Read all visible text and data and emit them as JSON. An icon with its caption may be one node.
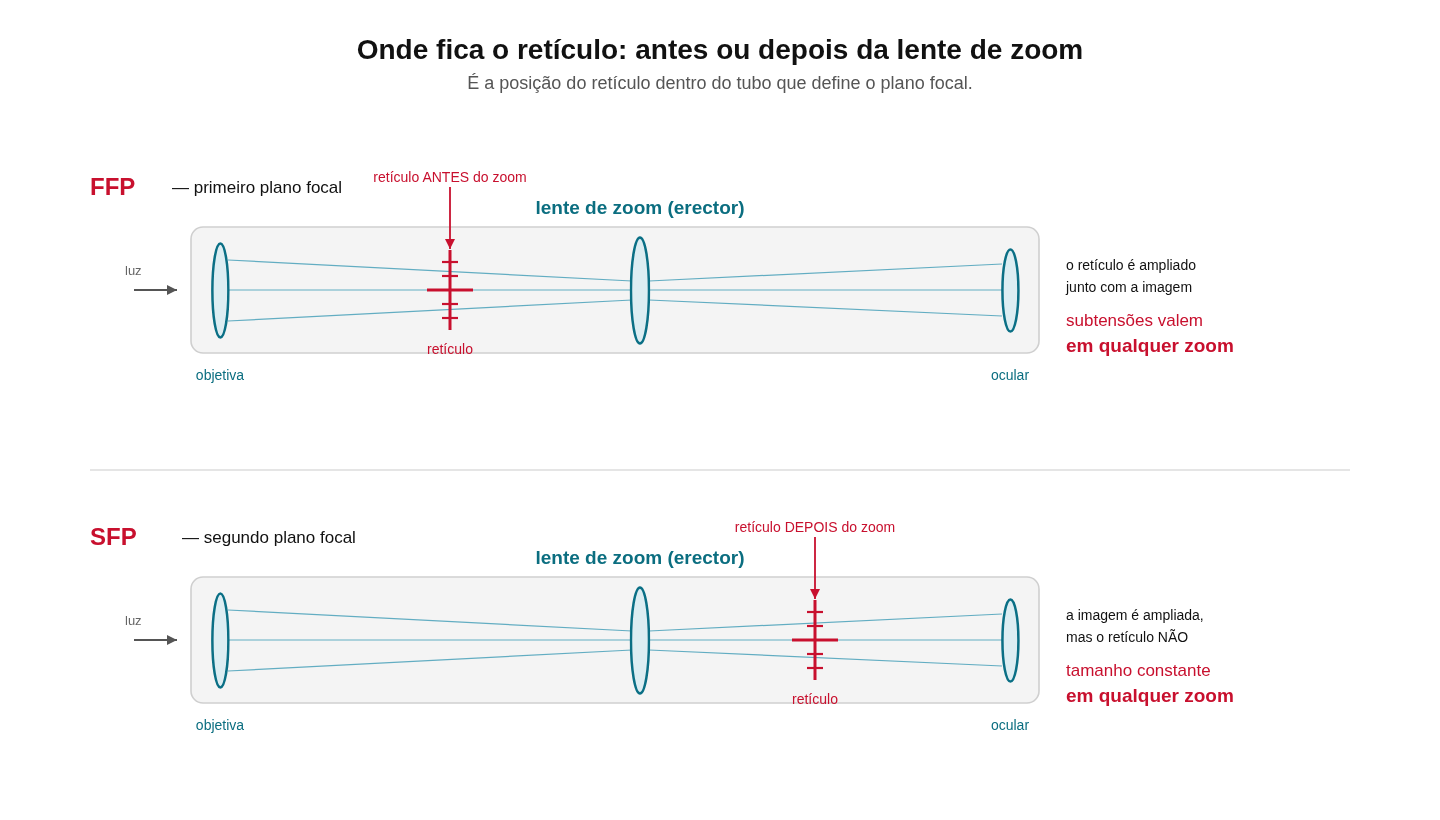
{
  "diagram": {
    "title": "Onde fica o retículo: antes ou depois da lente de zoom",
    "nodes": [
      {
        "text": [
          "objetiva"
        ]
      },
      {
        "text": [
          "retículo ANTES do zoom"
        ]
      },
      {
        "text": [
          "retículo"
        ]
      },
      {
        "text": [
          "lente de zoom (erector)"
        ]
      },
      {
        "text": [
          "ocular"
        ]
      },
      {
        "text": [
          "objetiva"
        ]
      },
      {
        "text": [
          "lente de zoom (erector)"
        ]
      },
      {
        "text": [
          "retículo DEPOIS do zoom"
        ]
      },
      {
        "text": [
          "retículo"
        ]
      },
      {
        "text": [
          "ocular"
        ]
      }
    ],
    "edges": [
      {
        "from": 1,
        "to": 2,
        "arrow": "to"
      },
      {
        "from": 7,
        "to": 8,
        "arrow": "to"
      }
    ],
    "labels": [
      "É a posição do retículo dentro do tubo que define o plano focal.",
      "FFP",
      "— primeiro plano focal",
      "luz",
      "o retículo é ampliado junto com a imagem",
      "subtensões valem",
      "em qualquer zoom",
      "SFP",
      "— segundo plano focal",
      "luz",
      "a imagem é ampliada, mas o retículo NÃO",
      "tamanho constante",
      "em qualquer zoom"
    ]
  }
}
